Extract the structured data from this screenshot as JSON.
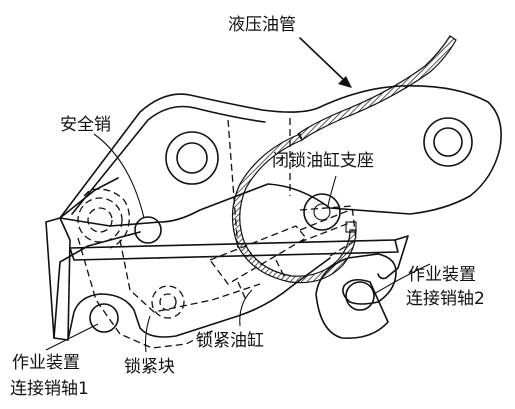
{
  "labels": {
    "hydraulic_hose": "液压油管",
    "safety_pin": "安全销",
    "lock_cylinder_bracket": "闭锁油缸支座",
    "attachment_pin_2_line1": "作业装置",
    "attachment_pin_2_line2": "连接销轴2",
    "lock_cylinder": "锁紧油缸",
    "attachment_pin_1_line1": "作业装置",
    "attachment_pin_1_line2": "连接销轴1",
    "lock_block": "锁紧块"
  }
}
